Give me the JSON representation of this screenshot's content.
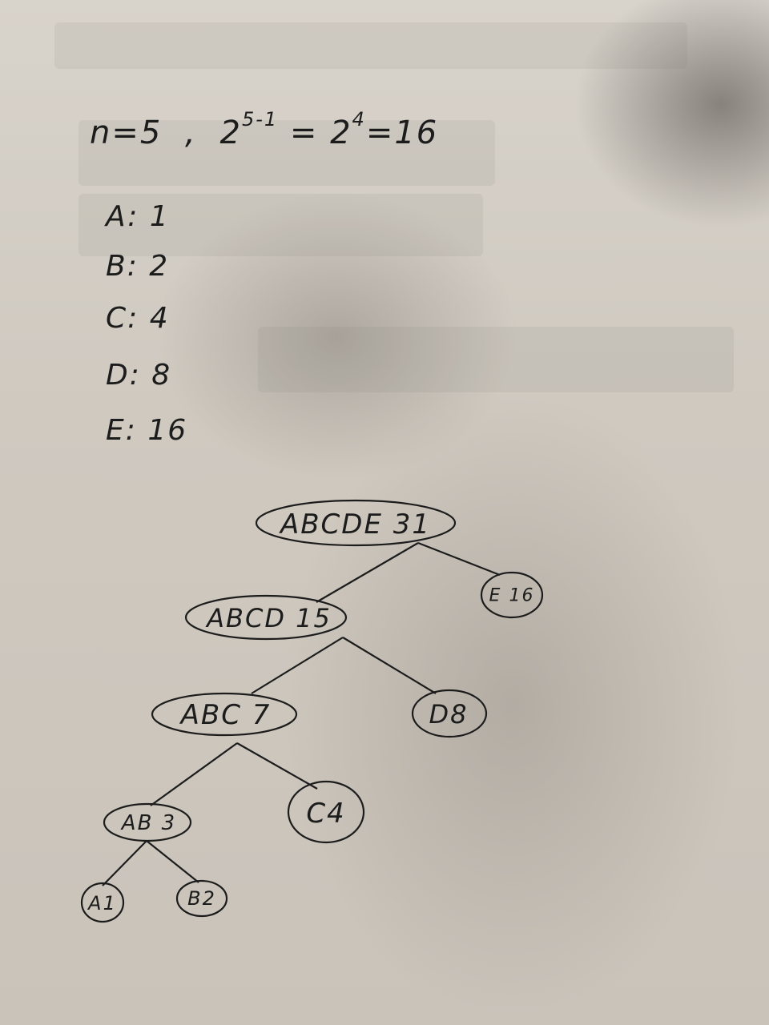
{
  "formula": {
    "n": "n=5",
    "sep": ",",
    "base1": "2",
    "exp1": "5-1",
    "eq1": "=",
    "base2": "2",
    "exp2": "4",
    "result": "=16"
  },
  "weights": [
    {
      "text": "A: 1"
    },
    {
      "text": "B: 2"
    },
    {
      "text": "C: 4"
    },
    {
      "text": "D: 8"
    },
    {
      "text": "E: 16"
    }
  ],
  "tree": {
    "root": "ABCDE 31",
    "e": "E 16",
    "abcd": "ABCD 15",
    "d": "D8",
    "abc": "ABC 7",
    "c": "C4",
    "ab": "AB 3",
    "a": "A1",
    "b": "B2"
  }
}
